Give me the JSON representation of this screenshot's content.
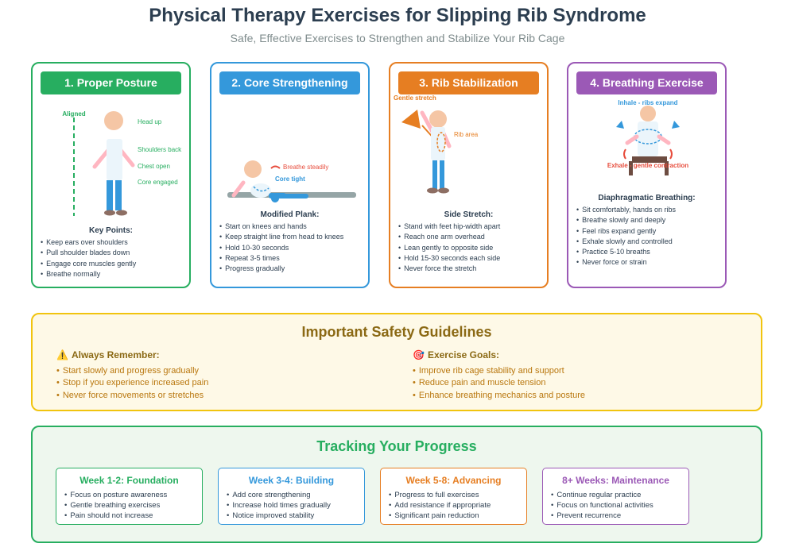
{
  "title": "Physical Therapy Exercises for Slipping Rib Syndrome",
  "subtitle": "Safe, Effective Exercises to Strengthen and Stabilize Your Rib Cage",
  "colors": {
    "green": "#27ae60",
    "blue": "#3498db",
    "orange": "#e67e22",
    "purple": "#9b59b6",
    "yellow": "#f1c40f",
    "dark": "#2c3e50"
  },
  "cards": [
    {
      "header": "1. Proper Posture",
      "labels": {
        "aligned": "Aligned",
        "head_up": "Head up",
        "shoulders_back": "Shoulders back",
        "chest_open": "Chest open",
        "core_engaged": "Core engaged"
      },
      "list_title": "Key Points:",
      "items": [
        "Keep ears over shoulders",
        "Pull shoulder blades down",
        "Engage core muscles gently",
        "Breathe normally"
      ]
    },
    {
      "header": "2. Core Strengthening",
      "labels": {
        "breathe": "Breathe steadily",
        "core_tight": "Core tight"
      },
      "list_title": "Modified Plank:",
      "items": [
        "Start on knees and hands",
        "Keep straight line from head to knees",
        "Hold 10-30 seconds",
        "Repeat 3-5 times",
        "Progress gradually"
      ]
    },
    {
      "header": "3. Rib Stabilization",
      "labels": {
        "gentle_stretch": "Gentle stretch",
        "rib_area": "Rib area"
      },
      "list_title": "Side Stretch:",
      "items": [
        "Stand with feet hip-width apart",
        "Reach one arm overhead",
        "Lean gently to opposite side",
        "Hold 15-30 seconds each side",
        "Never force the stretch"
      ]
    },
    {
      "header": "4. Breathing Exercise",
      "labels": {
        "inhale": "Inhale - ribs expand",
        "exhale": "Exhale - gentle contraction"
      },
      "list_title": "Diaphragmatic Breathing:",
      "items": [
        "Sit comfortably, hands on ribs",
        "Breathe slowly and deeply",
        "Feel ribs expand gently",
        "Exhale slowly and controlled",
        "Practice 5-10 breaths",
        "Never force or strain"
      ]
    }
  ],
  "safety": {
    "title": "Important Safety Guidelines",
    "remember": {
      "icon": "⚠️",
      "icon_name": "warning-icon",
      "title": "Always Remember:",
      "items": [
        "Start slowly and progress gradually",
        "Stop if you experience increased pain",
        "Never force movements or stretches"
      ]
    },
    "goals": {
      "icon": "🎯",
      "icon_name": "target-icon",
      "title": "Exercise Goals:",
      "items": [
        "Improve rib cage stability and support",
        "Reduce pain and muscle tension",
        "Enhance breathing mechanics and posture"
      ]
    }
  },
  "tracking": {
    "title": "Tracking Your Progress",
    "weeks": [
      {
        "title": "Week 1-2: Foundation",
        "items": [
          "Focus on posture awareness",
          "Gentle breathing exercises",
          "Pain should not increase"
        ]
      },
      {
        "title": "Week 3-4: Building",
        "items": [
          "Add core strengthening",
          "Increase hold times gradually",
          "Notice improved stability"
        ]
      },
      {
        "title": "Week 5-8: Advancing",
        "items": [
          "Progress to full exercises",
          "Add resistance if appropriate",
          "Significant pain reduction"
        ]
      },
      {
        "title": "8+ Weeks: Maintenance",
        "items": [
          "Continue regular practice",
          "Focus on functional activities",
          "Prevent recurrence"
        ]
      }
    ]
  }
}
